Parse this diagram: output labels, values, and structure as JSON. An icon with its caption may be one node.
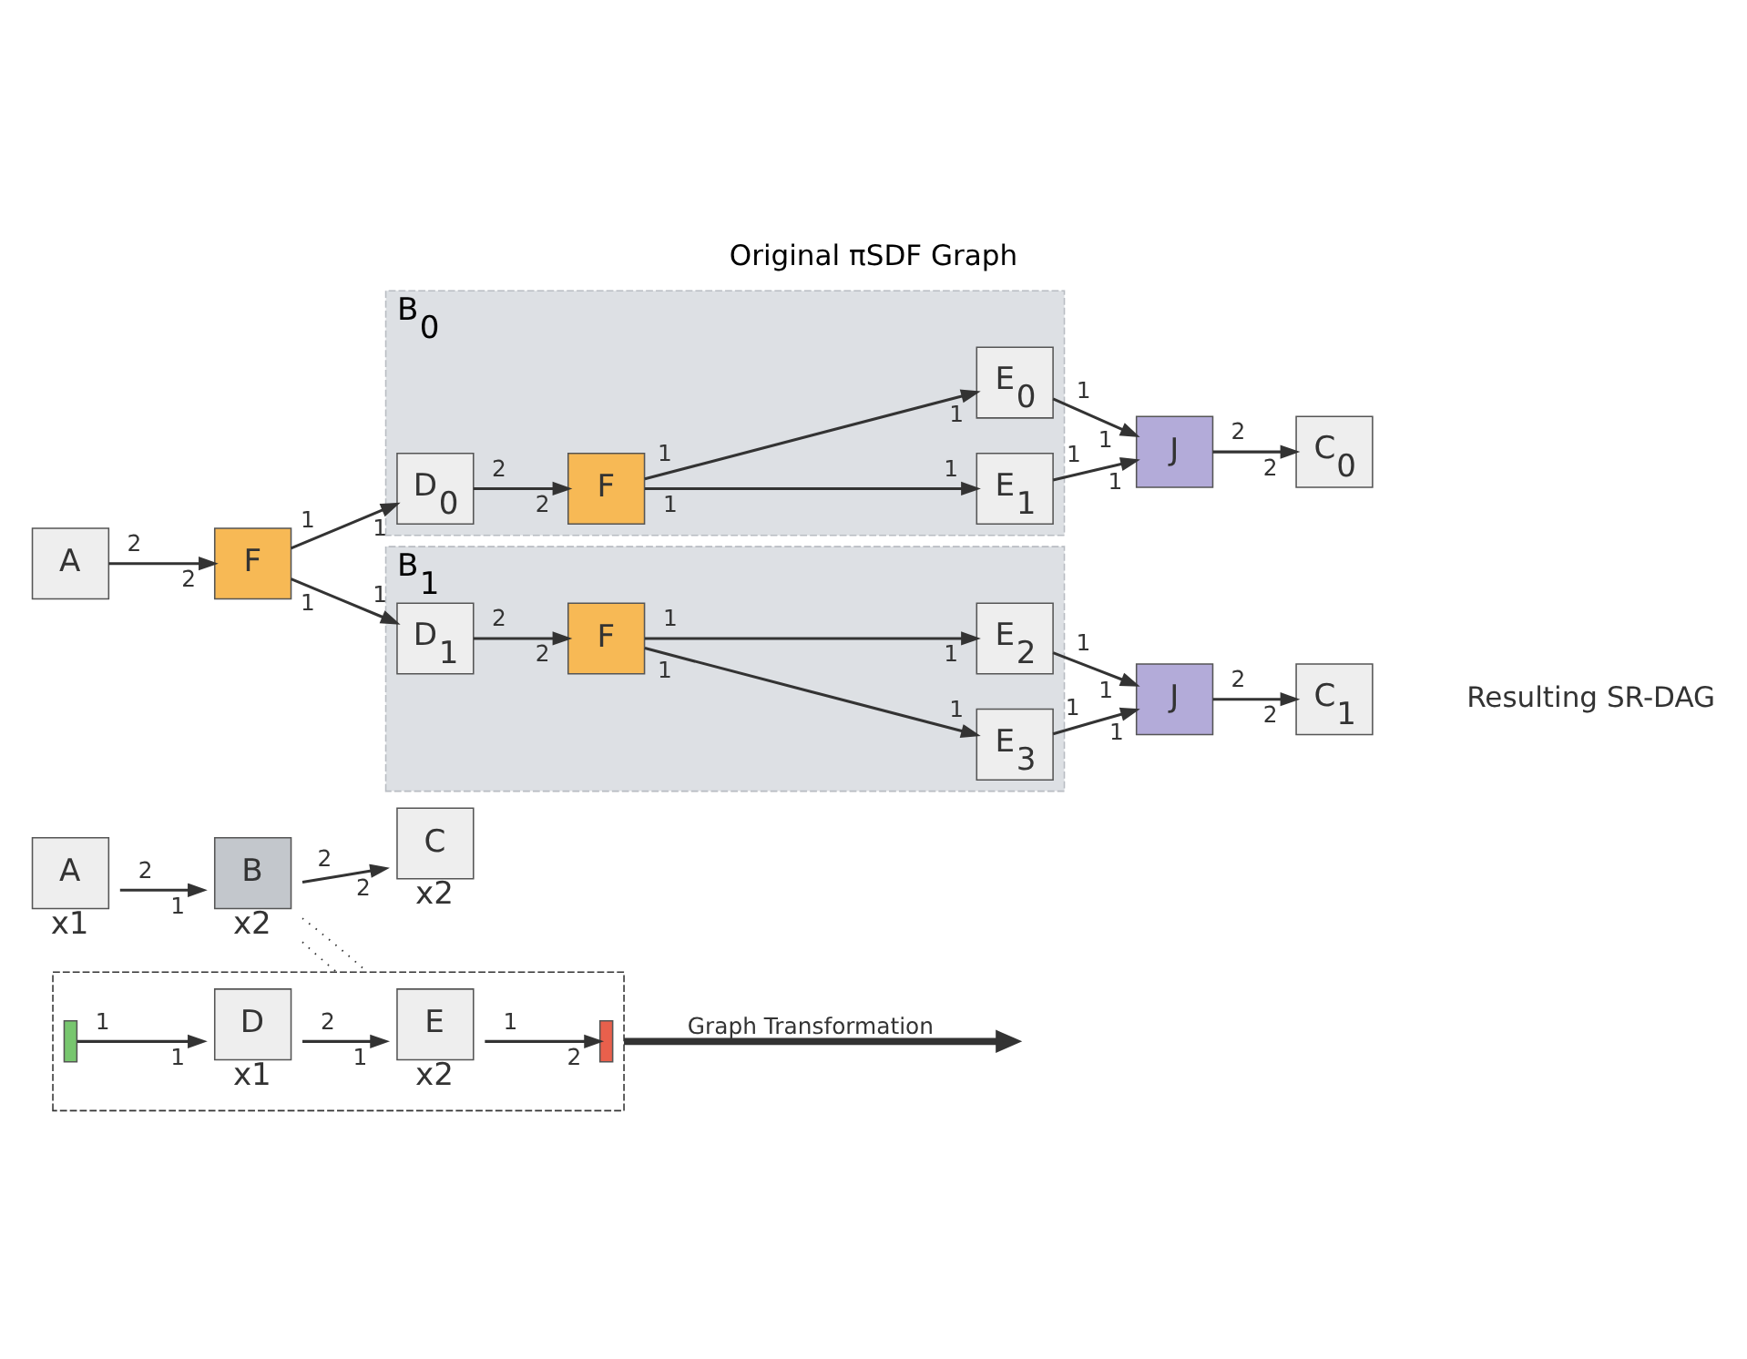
{
  "diagram": {
    "title": "Original πSDF Graph",
    "caption": "Resulting SR-DAG",
    "nodes": [
      {
        "text": [
          "A"
        ],
        "beside": [
          "x1"
        ]
      },
      {
        "text": [
          "B"
        ],
        "beside": [
          "x2"
        ]
      },
      {
        "text": [
          "C"
        ],
        "beside": [
          "x2"
        ]
      },
      {
        "text": [],
        "shape": "box"
      },
      {
        "text": [],
        "shape": "bar",
        "in": 3
      },
      {
        "text": [
          "D"
        ],
        "beside": [
          "x1"
        ],
        "in": 3
      },
      {
        "text": [
          "E"
        ],
        "beside": [
          "x2"
        ],
        "in": 3
      },
      {
        "text": [],
        "shape": "bar",
        "in": 3
      },
      {
        "text": [
          "A"
        ]
      },
      {
        "text": [
          "F"
        ]
      },
      {
        "text": [
          "B$_{0}$"
        ]
      },
      {
        "text": [
          "D$_{0}$"
        ],
        "in": 10
      },
      {
        "text": [
          "F"
        ],
        "in": 10
      },
      {
        "text": [
          "E$_{0}$"
        ],
        "in": 10
      },
      {
        "text": [
          "E$_{1}$"
        ],
        "in": 10
      },
      {
        "text": [
          "J"
        ]
      },
      {
        "text": [
          "C$_{0}$"
        ]
      },
      {
        "text": [
          "B$_{1}$"
        ]
      },
      {
        "text": [
          "D$_{1}$"
        ],
        "in": 17
      },
      {
        "text": [
          "F"
        ],
        "in": 17
      },
      {
        "text": [
          "E$_{2}$"
        ],
        "in": 17
      },
      {
        "text": [
          "E$_{3}$"
        ],
        "in": 17
      },
      {
        "text": [
          "J"
        ]
      },
      {
        "text": [
          "C$_{1}$"
        ]
      }
    ],
    "edges": [
      {
        "from": 0,
        "to": 1,
        "arrow": "to"
      },
      {
        "from": 1,
        "to": 2,
        "arrow": "to"
      },
      {
        "from": 1,
        "to": 3,
        "arrow": "none",
        "style": "dashed"
      },
      {
        "from": 1,
        "to": 3,
        "arrow": "none",
        "style": "dashed"
      },
      {
        "from": 4,
        "to": 5,
        "arrow": "to"
      },
      {
        "from": 5,
        "to": 6,
        "arrow": "to"
      },
      {
        "from": 6,
        "to": 7,
        "arrow": "to"
      },
      {
        "from": 3,
        "to": null,
        "arrow": "to",
        "style": "thick",
        "label": "Graph Transformation"
      },
      {
        "from": 8,
        "to": 9,
        "arrow": "to"
      },
      {
        "from": 9,
        "to": 11,
        "arrow": "to"
      },
      {
        "from": 9,
        "to": 18,
        "arrow": "to"
      },
      {
        "from": 11,
        "to": 12,
        "arrow": "to"
      },
      {
        "from": 12,
        "to": 13,
        "arrow": "to"
      },
      {
        "from": 12,
        "to": 14,
        "arrow": "to"
      },
      {
        "from": 13,
        "to": 15,
        "arrow": "to"
      },
      {
        "from": 14,
        "to": 15,
        "arrow": "to"
      },
      {
        "from": 15,
        "to": 16,
        "arrow": "to"
      },
      {
        "from": 18,
        "to": 19,
        "arrow": "to"
      },
      {
        "from": 19,
        "to": 20,
        "arrow": "to"
      },
      {
        "from": 19,
        "to": 21,
        "arrow": "to"
      },
      {
        "from": 20,
        "to": 22,
        "arrow": "to"
      },
      {
        "from": 21,
        "to": 22,
        "arrow": "to"
      },
      {
        "from": 22,
        "to": 23,
        "arrow": "to"
      }
    ],
    "labels": [
      "2",
      "1",
      "2",
      "2",
      "1",
      "1",
      "2",
      "1",
      "1",
      "2",
      "2",
      "2",
      "1",
      "1",
      "2",
      "2",
      "1",
      "1",
      "1",
      "1",
      "1",
      "1",
      "1",
      "1",
      "2",
      "2",
      "1",
      "1",
      "2",
      "2",
      "1",
      "1",
      "1",
      "1",
      "1",
      "1",
      "1",
      "1",
      "2",
      "2"
    ]
  }
}
